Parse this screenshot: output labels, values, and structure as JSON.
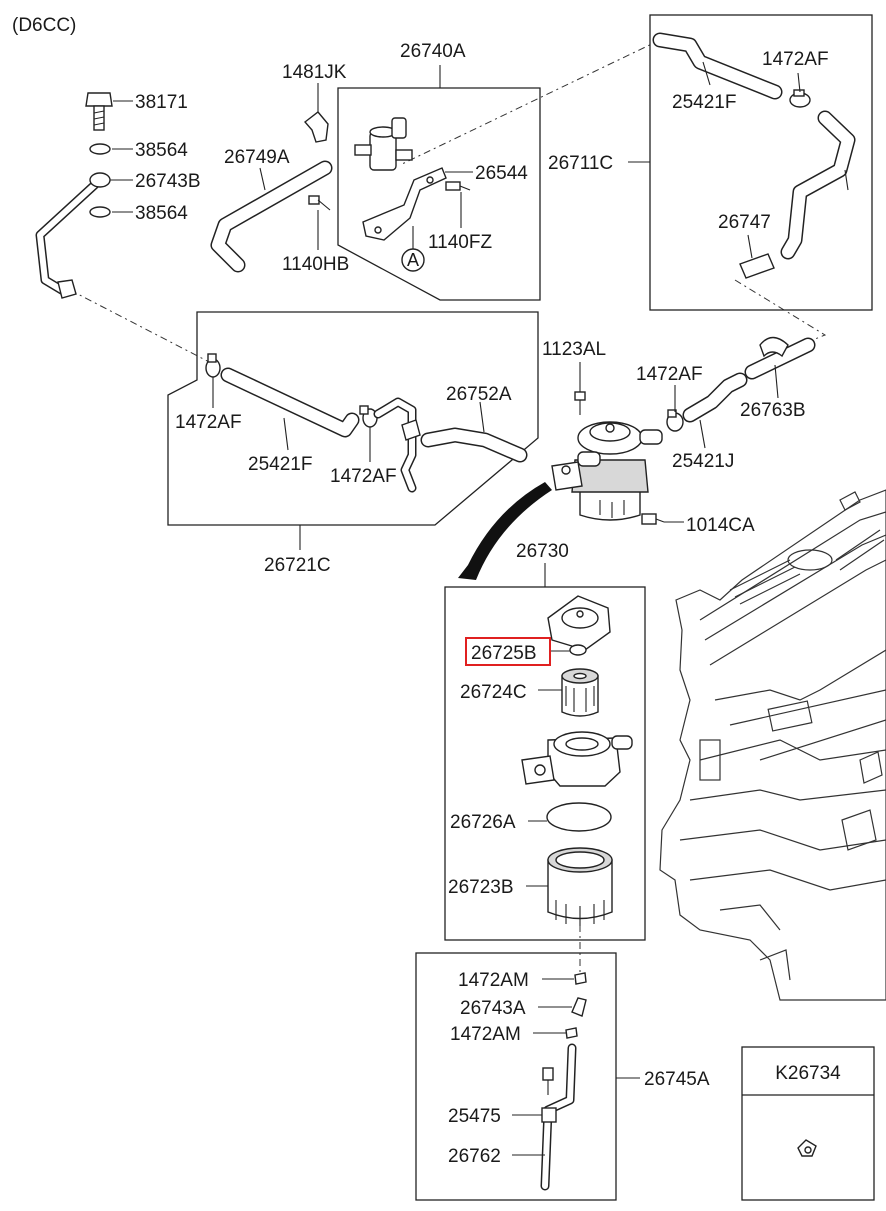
{
  "header": {
    "engine_code": "(D6CC)"
  },
  "labels": {
    "p38171": "38171",
    "p38564_top": "38564",
    "p26743B": "26743B",
    "p38564_bottom": "38564",
    "p26749A": "26749A",
    "p1481JK": "1481JK",
    "p1140HB": "1140HB",
    "p26740A": "26740A",
    "p26544": "26544",
    "p1140FZ": "1140FZ",
    "ref_A": "A",
    "p25421F_top": "25421F",
    "p1472AF_top": "1472AF",
    "p26711C": "26711C",
    "p26747": "26747",
    "p1123AL": "1123AL",
    "p1472AF_right": "1472AF",
    "p26763B": "26763B",
    "p25421J": "25421J",
    "p1014CA": "1014CA",
    "p1472AF_left": "1472AF",
    "p25421F_mid": "25421F",
    "p1472AF_mid": "1472AF",
    "p26752A": "26752A",
    "p26721C": "26721C",
    "p26730": "26730",
    "p26725B": "26725B",
    "p26724C": "26724C",
    "p26726A": "26726A",
    "p26723B": "26723B",
    "p1472AM_top": "1472AM",
    "p26743A": "26743A",
    "p1472AM_bottom": "1472AM",
    "p26745A": "26745A",
    "p25475": "25475",
    "p26762": "26762",
    "kit_title": "K26734"
  },
  "highlight": {
    "part": "26725B",
    "color": "#e02020"
  }
}
